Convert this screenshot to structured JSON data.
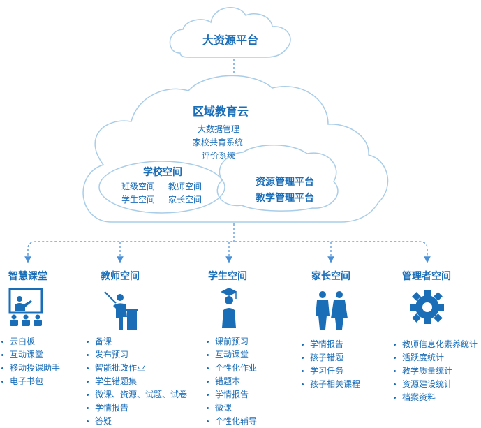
{
  "top_cloud": {
    "title": "大资源平台"
  },
  "region_cloud": {
    "title": "区域教育云",
    "items": [
      "大数据管理",
      "家校共育系统",
      "评价系统"
    ]
  },
  "school_space": {
    "title": "学校空间",
    "cells": [
      "班级空间",
      "教师空间",
      "学生空间",
      "家长空间"
    ]
  },
  "platforms": [
    "资源管理平台",
    "教学管理平台"
  ],
  "sections": [
    {
      "title": "智慧课堂",
      "icon": "classroom-icon",
      "items": [
        "云白板",
        "互动课堂",
        "移动授课助手",
        "电子书包"
      ]
    },
    {
      "title": "教师空间",
      "icon": "teacher-icon",
      "items": [
        "备课",
        "发布预习",
        "智能批改作业",
        "学生错题集",
        "微课、资源、试题、试卷",
        "学情报告",
        "答疑"
      ]
    },
    {
      "title": "学生空间",
      "icon": "graduate-icon",
      "items": [
        "课前预习",
        "互动课堂",
        "个性化作业",
        "错题本",
        "学情报告",
        "微课",
        "个性化辅导"
      ]
    },
    {
      "title": "家长空间",
      "icon": "parents-icon",
      "items": [
        "学情报告",
        "孩子错题",
        "学习任务",
        "孩子相关课程"
      ]
    },
    {
      "title": "管理者空间",
      "icon": "gear-icon",
      "items": [
        "教师信息化素养统计",
        "活跃度统计",
        "教学质量统计",
        "资源建设统计",
        "档案资料"
      ]
    }
  ],
  "colors": {
    "primary": "#1a6eb8",
    "cloud_fill": "#ffffff",
    "cloud_stroke": "#a9cde8",
    "arrow": "#4a90d9"
  }
}
